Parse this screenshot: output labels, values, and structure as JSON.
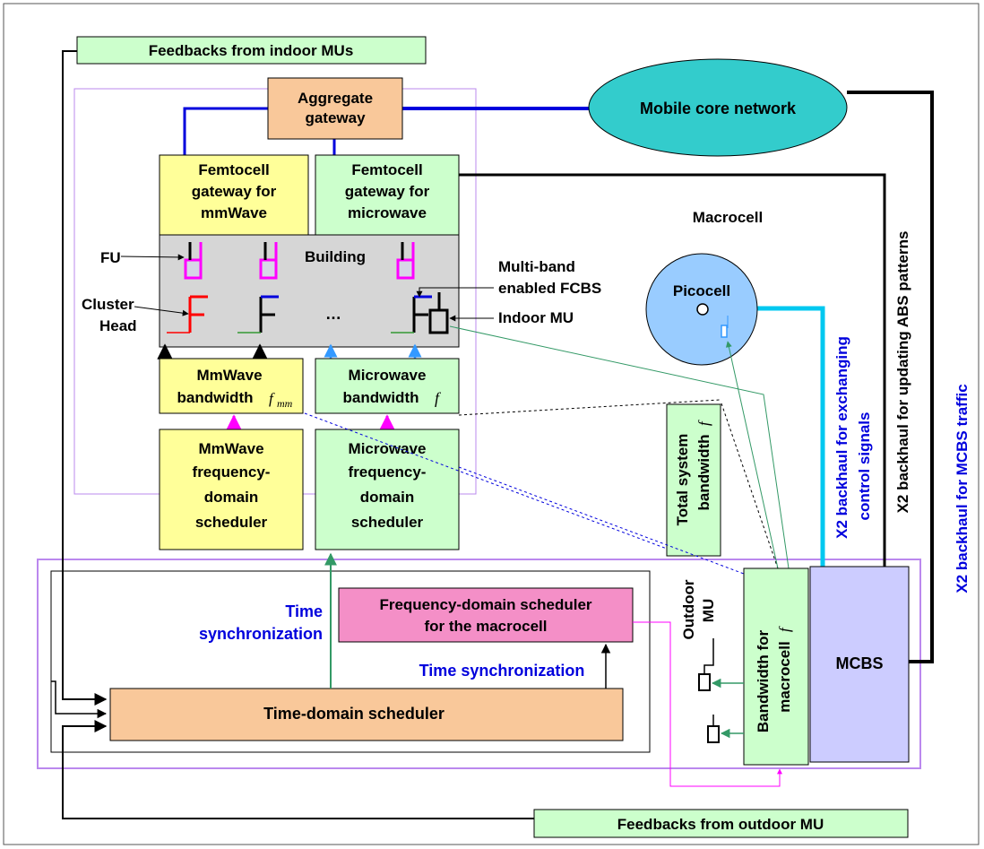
{
  "labels": {
    "feedback_indoor": "Feedbacks from indoor MUs",
    "feedback_outdoor": "Feedbacks from outdoor MU",
    "aggregate_gateway_1": "Aggregate",
    "aggregate_gateway_2": "gateway",
    "core_network": "Mobile core network",
    "femto_mm_1": "Femtocell",
    "femto_mm_2": "gateway for",
    "femto_mm_3": "mmWave",
    "femto_mw_1": "Femtocell",
    "femto_mw_2": "gateway for",
    "femto_mw_3": "microwave",
    "macrocell": "Macrocell",
    "fu": "FU",
    "building": "Building",
    "cluster_head_1": "Cluster",
    "cluster_head_2": "Head",
    "ellipsis": "…",
    "fcbs_1": "Multi-band",
    "fcbs_2": "enabled FCBS",
    "indoor_mu": "Indoor MU",
    "picocell": "Picocell",
    "mm_bw_1": "MmWave",
    "mm_bw_2": "bandwidth",
    "mm_bw_sym": "f",
    "mm_bw_sub": "mm",
    "mw_bw_1": "Microwave",
    "mw_bw_2": "bandwidth",
    "mw_bw_sym": "f",
    "mm_sched_1": "MmWave",
    "mm_sched_2": "frequency-",
    "mm_sched_3": "domain",
    "mm_sched_4": "scheduler",
    "mw_sched_1": "Microwave",
    "mw_sched_2": "frequency-",
    "mw_sched_3": "domain",
    "mw_sched_4": "scheduler",
    "total_bw_1": "Total system",
    "total_bw_2": "bandwidth",
    "total_bw_sym": "f",
    "time_sync_1": "Time",
    "time_sync_2": "synchronization",
    "time_sync_3": "Time synchronization",
    "freq_macro_1": "Frequency-domain scheduler",
    "freq_macro_2": "for the macrocell",
    "time_domain": "Time-domain scheduler",
    "outdoor_mu_1": "Outdoor",
    "outdoor_mu_2": "MU",
    "bw_macro_1": "Bandwidth for",
    "bw_macro_2": "macrocell",
    "bw_macro_sym": "f",
    "mcbs": "MCBS",
    "x2_control_1": "X2 backhaul for exchanging",
    "x2_control_2": "control signals",
    "x2_abs": "X2 backhaul for updating ABS patterns",
    "x2_traffic": "X2 backhaul for MCBS traffic"
  },
  "colors": {
    "yellow": "#ffff99",
    "green": "#ccffcc",
    "orange": "#f9c89a",
    "pink": "#f48fc7",
    "teal": "#33cccc",
    "lightblue": "#99ccff",
    "lavender": "#ccccff",
    "gray": "#d6d6d6",
    "blue_text": "#0000dd",
    "magenta": "#ff00ff",
    "purple_border": "#bb88ee"
  }
}
